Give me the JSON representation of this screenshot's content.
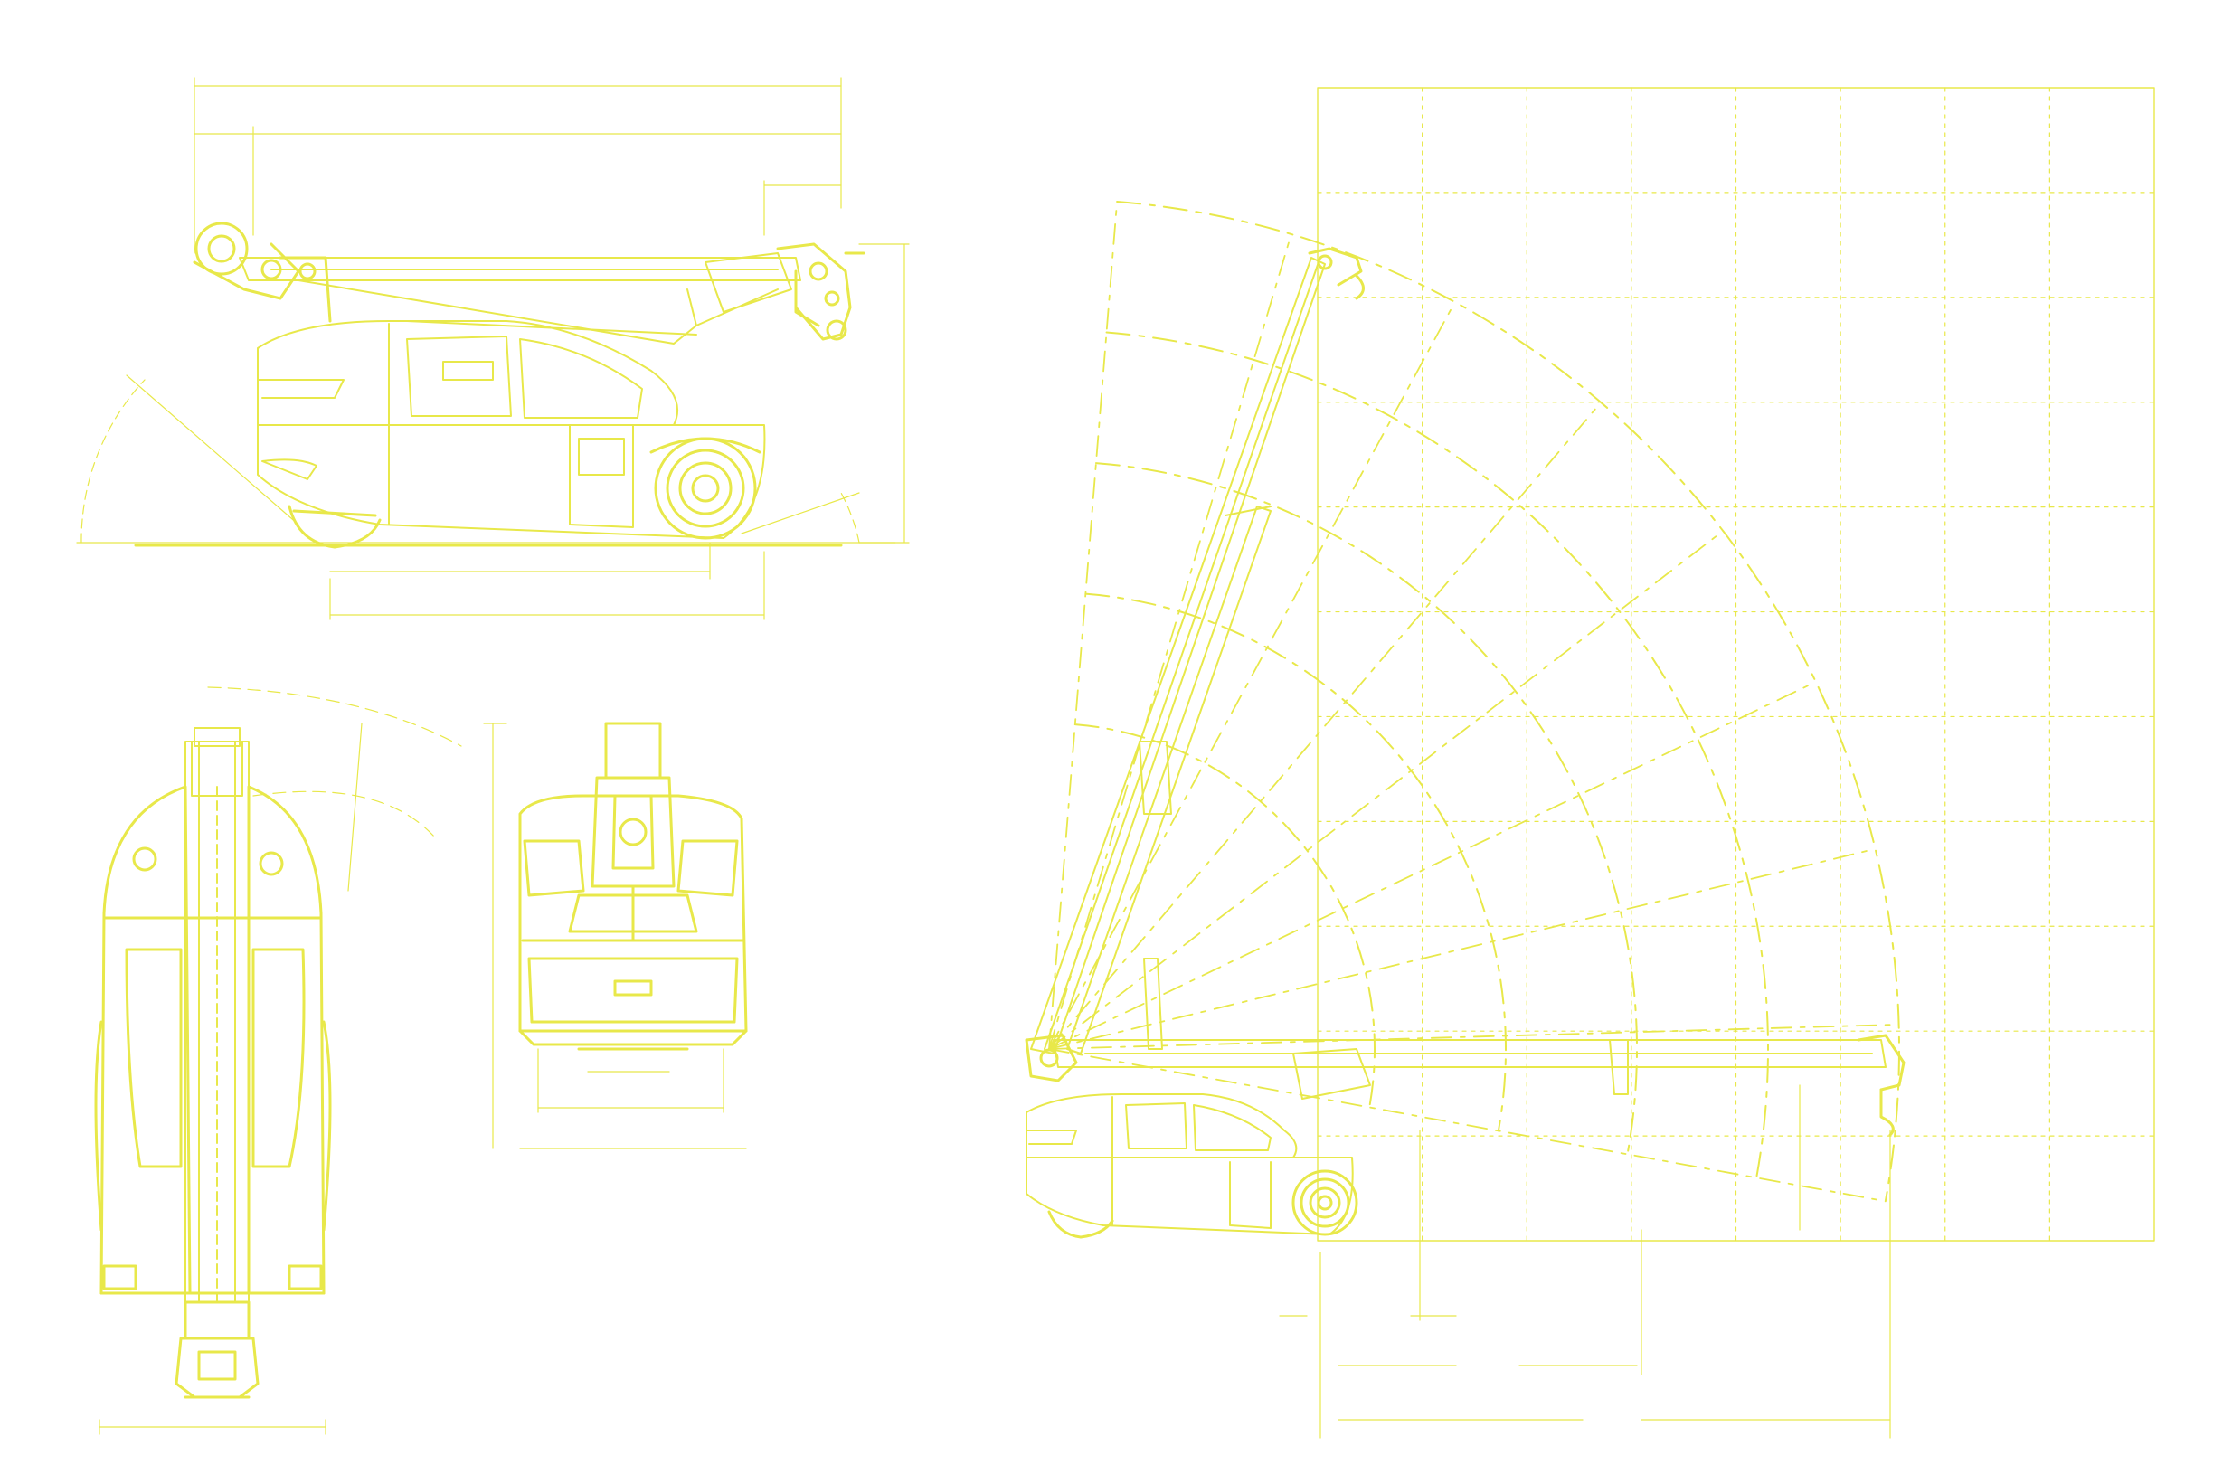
{
  "drawing": {
    "color": "#e8e84a",
    "background": "#ffffff",
    "views": [
      "side-view",
      "top-view",
      "front-view",
      "load-chart-view"
    ]
  },
  "load_chart": {
    "grid_columns": 8,
    "grid_rows": 11,
    "arc_count": 5,
    "ray_count": 9
  }
}
